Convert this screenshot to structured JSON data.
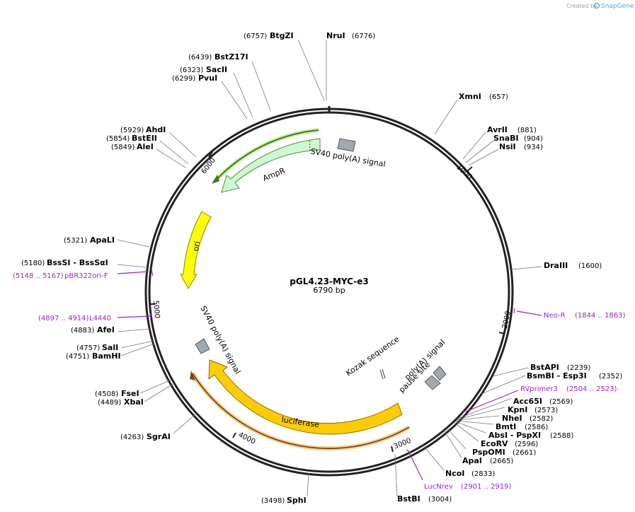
{
  "header": {
    "credit": "Created by",
    "brand": "SnapGene"
  },
  "plasmid": {
    "name": "pGL4.23-MYC-e3",
    "size": "6790 bp"
  },
  "ticks": [
    "1000",
    "2000",
    "3000",
    "4000",
    "5000",
    "6000"
  ],
  "sites": [
    {
      "pos": "(6757)",
      "name": "BtgZI"
    },
    {
      "pos": "(6776)",
      "name": "NruI"
    },
    {
      "pos": "(6439)",
      "name": "BstZ17I"
    },
    {
      "pos": "(6323)",
      "name": "SacII"
    },
    {
      "pos": "(6299)",
      "name": "PvuI"
    },
    {
      "pos": "(657)",
      "name": "XmnI"
    },
    {
      "pos": "(881)",
      "name": "AvrII"
    },
    {
      "pos": "(904)",
      "name": "SnaBI"
    },
    {
      "pos": "(934)",
      "name": "NsiI"
    },
    {
      "pos": "(5929)",
      "name": "AhdI"
    },
    {
      "pos": "(5854)",
      "name": "BstEII"
    },
    {
      "pos": "(5849)",
      "name": "AleI"
    },
    {
      "pos": "(5321)",
      "name": "ApaLI"
    },
    {
      "pos": "(5180)",
      "name": "BssSI  - BssSαI"
    },
    {
      "pos": "(1600)",
      "name": "DraIII"
    },
    {
      "pos": "(4883)",
      "name": "AfeI"
    },
    {
      "pos": "(4757)",
      "name": "SalI"
    },
    {
      "pos": "(4751)",
      "name": "BamHI"
    },
    {
      "pos": "(4508)",
      "name": "FseI"
    },
    {
      "pos": "(4489)",
      "name": "XbaI"
    },
    {
      "pos": "(4263)",
      "name": "SgrAI"
    },
    {
      "pos": "(3498)",
      "name": "SphI"
    },
    {
      "pos": "(3004)",
      "name": "BstBI"
    },
    {
      "pos": "(2833)",
      "name": "NcoI"
    },
    {
      "pos": "(2665)",
      "name": "ApaI"
    },
    {
      "pos": "(2661)",
      "name": "PspOMI"
    },
    {
      "pos": "(2596)",
      "name": "EcoRV"
    },
    {
      "pos": "(2588)",
      "name": "AbsI  - PspXI"
    },
    {
      "pos": "(2586)",
      "name": "BmtI"
    },
    {
      "pos": "(2582)",
      "name": "NheI"
    },
    {
      "pos": "(2573)",
      "name": "KpnI"
    },
    {
      "pos": "(2569)",
      "name": "Acc65I"
    },
    {
      "pos": "(2352)",
      "name": "BsmBI  - Esp3I"
    },
    {
      "pos": "(2239)",
      "name": "BstAPI"
    }
  ],
  "primers": [
    {
      "range": "(5148 .. 5167)",
      "name": "pBR322ori-F"
    },
    {
      "range": "(4897 .. 4914)",
      "name": "L4440"
    },
    {
      "range": "(1844 .. 1863)",
      "name": "Neo-R"
    },
    {
      "range": "(2504 .. 2523)",
      "name": "RVprimer3"
    },
    {
      "range": "(2901 .. 2919)",
      "name": "LucNrev"
    }
  ],
  "features": {
    "ampr": "AmpR",
    "ori": "ori",
    "sv40_top": "SV40 poly(A) signal",
    "sv40_left": "SV40 poly(A) signal",
    "luciferase": "luciferase",
    "kozak": "Kozak sequence",
    "polya_pause": "poly(A) signal",
    "pause_site": "pause site"
  },
  "colors": {
    "backbone": "#222222",
    "ampr": "#cdfacd",
    "ampr_stroke": "#4c8a4c",
    "ori": "#ffff00",
    "luciferase": "#ffcc00",
    "primer": "#9b24c9",
    "signal": "#a0a8b0",
    "orf_ampr": "#3d7a1a",
    "orf_luc": "#d4a46a"
  }
}
